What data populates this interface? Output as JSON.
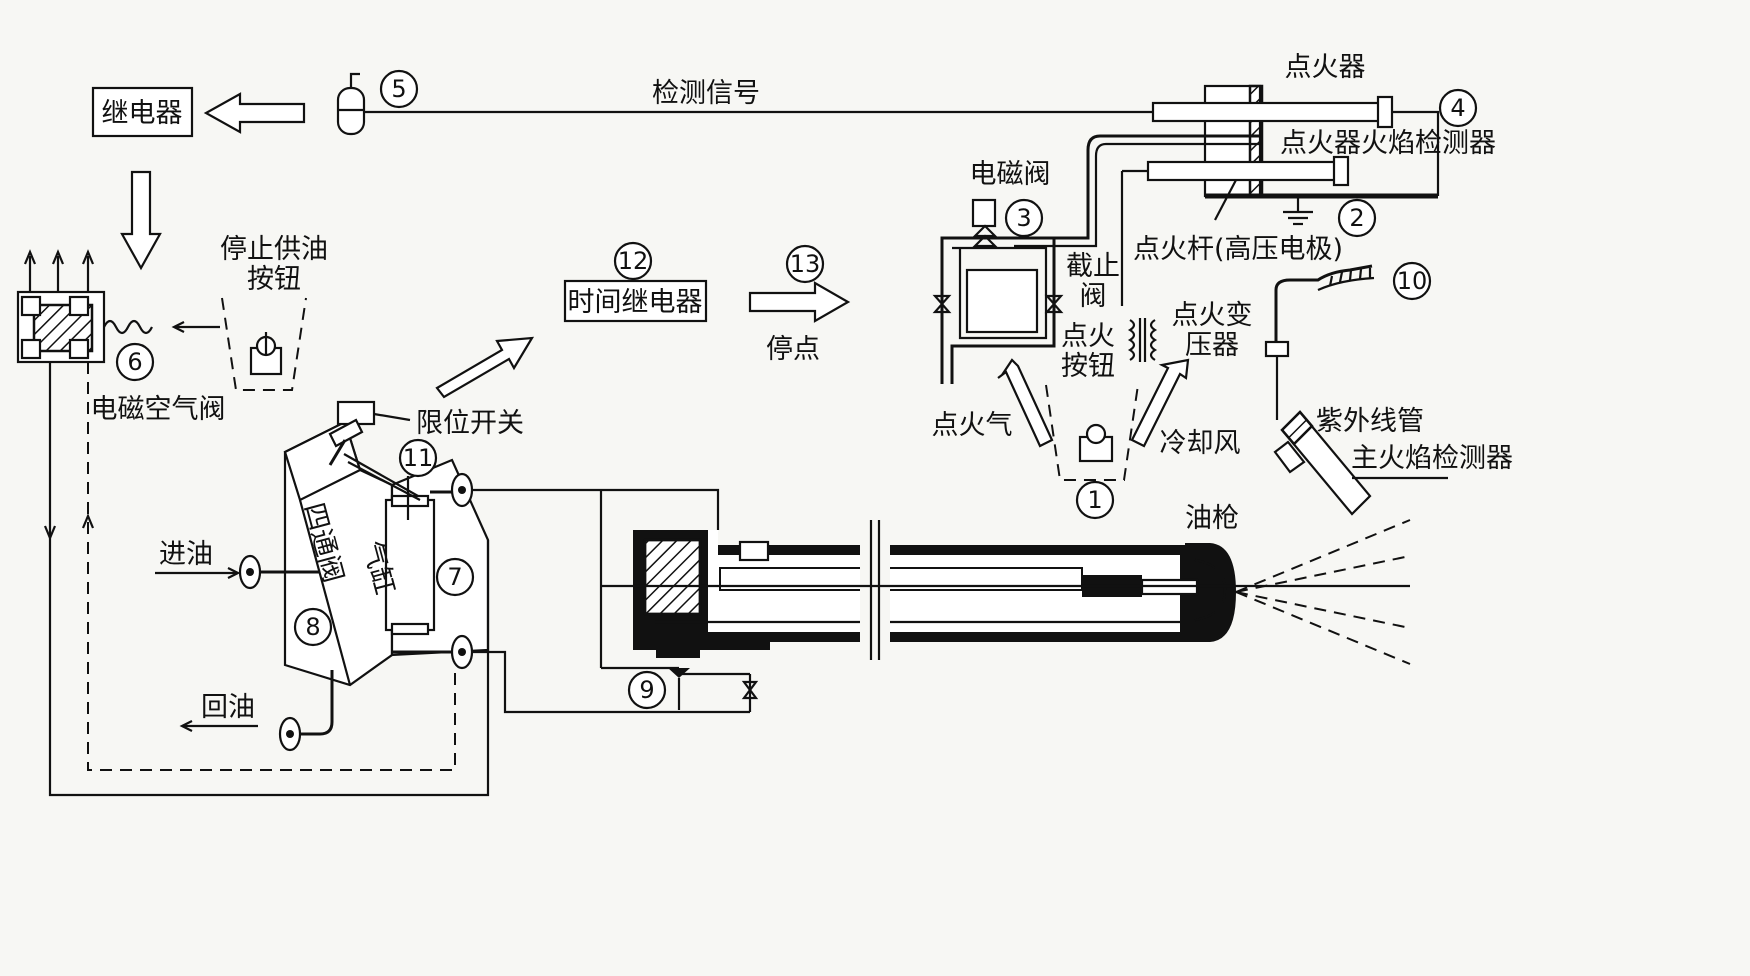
{
  "labels": {
    "relay": "继电器",
    "detect_signal": "检测信号",
    "igniter": "点火器",
    "igniter_flame_detector": "点火器火焰检测器",
    "solenoid_valve": "电磁阀",
    "shutoff_valve": "截止阀",
    "ignition_rod": "点火杆(高压电极)",
    "stop_oil_button": "停止供油按钮",
    "time_relay": "时间继电器",
    "stop_ignition": "停点",
    "ignition_button": "点火按钮",
    "ignition_transformer": "点火变压器",
    "ignition_gas": "点火气",
    "cooling_air": "冷却风",
    "uv_tube": "紫外线管",
    "main_flame_detector": "主火焰检测器",
    "solenoid_air_valve": "电磁空气阀",
    "limit_switch": "限位开关",
    "four_way_valve": "四通阀",
    "cylinder": "气缸",
    "oil_in": "进油",
    "oil_return": "回油",
    "oil_gun": "油枪"
  },
  "numbers": {
    "n1": "1",
    "n2": "2",
    "n3": "3",
    "n4": "4",
    "n5": "5",
    "n6": "6",
    "n7": "7",
    "n8": "8",
    "n9": "9",
    "n10": "10",
    "n11": "11",
    "n12": "12",
    "n13": "13"
  }
}
